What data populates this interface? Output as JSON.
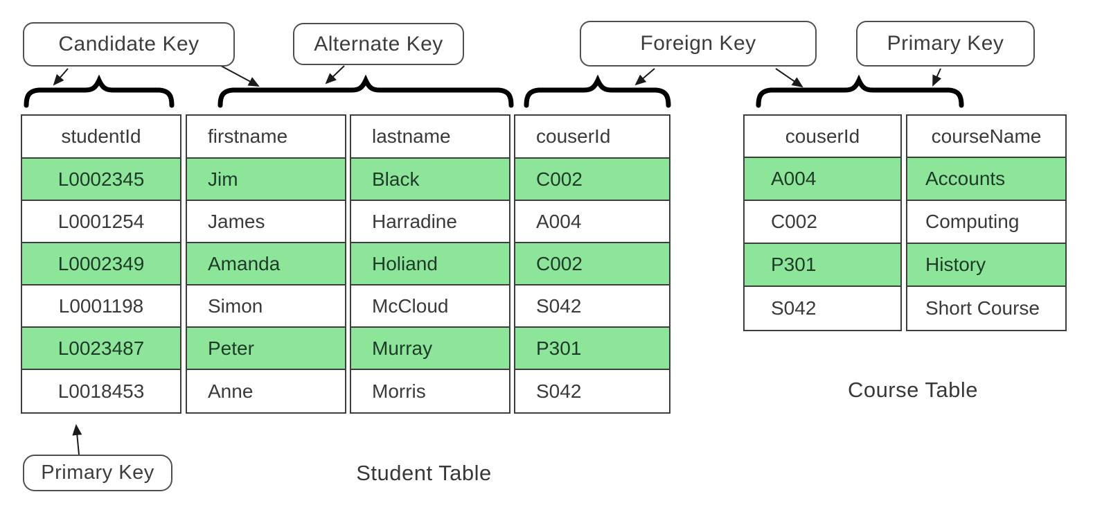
{
  "callouts": {
    "candidate_key": "Candidate Key",
    "alternate_key": "Alternate Key",
    "foreign_key": "Foreign Key",
    "primary_key_top": "Primary Key",
    "primary_key_bottom": "Primary Key"
  },
  "student_table": {
    "caption": "Student Table",
    "highlighted_rows": [
      0,
      2,
      4
    ],
    "columns": [
      {
        "header": "studentId",
        "values": [
          "L0002345",
          "L0001254",
          "L0002349",
          "L0001198",
          "L0023487",
          "L0018453"
        ]
      },
      {
        "header": "firstname",
        "values": [
          "Jim",
          "James",
          "Amanda",
          "Simon",
          "Peter",
          "Anne"
        ]
      },
      {
        "header": "lastname",
        "values": [
          "Black",
          "Harradine",
          "Holiand",
          "McCloud",
          "Murray",
          "Morris"
        ]
      },
      {
        "header": "couserId",
        "values": [
          "C002",
          "A004",
          "C002",
          "S042",
          "P301",
          "S042"
        ]
      }
    ]
  },
  "course_table": {
    "caption": "Course Table",
    "highlighted_rows": [
      0,
      2
    ],
    "columns": [
      {
        "header": "couserId",
        "values": [
          "A004",
          "C002",
          "P301",
          "S042"
        ]
      },
      {
        "header": "courseName",
        "values": [
          "Accounts",
          "Computing",
          "History",
          "Short Course"
        ]
      }
    ]
  },
  "colors": {
    "row_highlight": "#8de59a",
    "table_border": "#3d3d3d",
    "callout_border": "#4f4f4f",
    "brace": "#000000",
    "text": "#3a3a3a"
  }
}
